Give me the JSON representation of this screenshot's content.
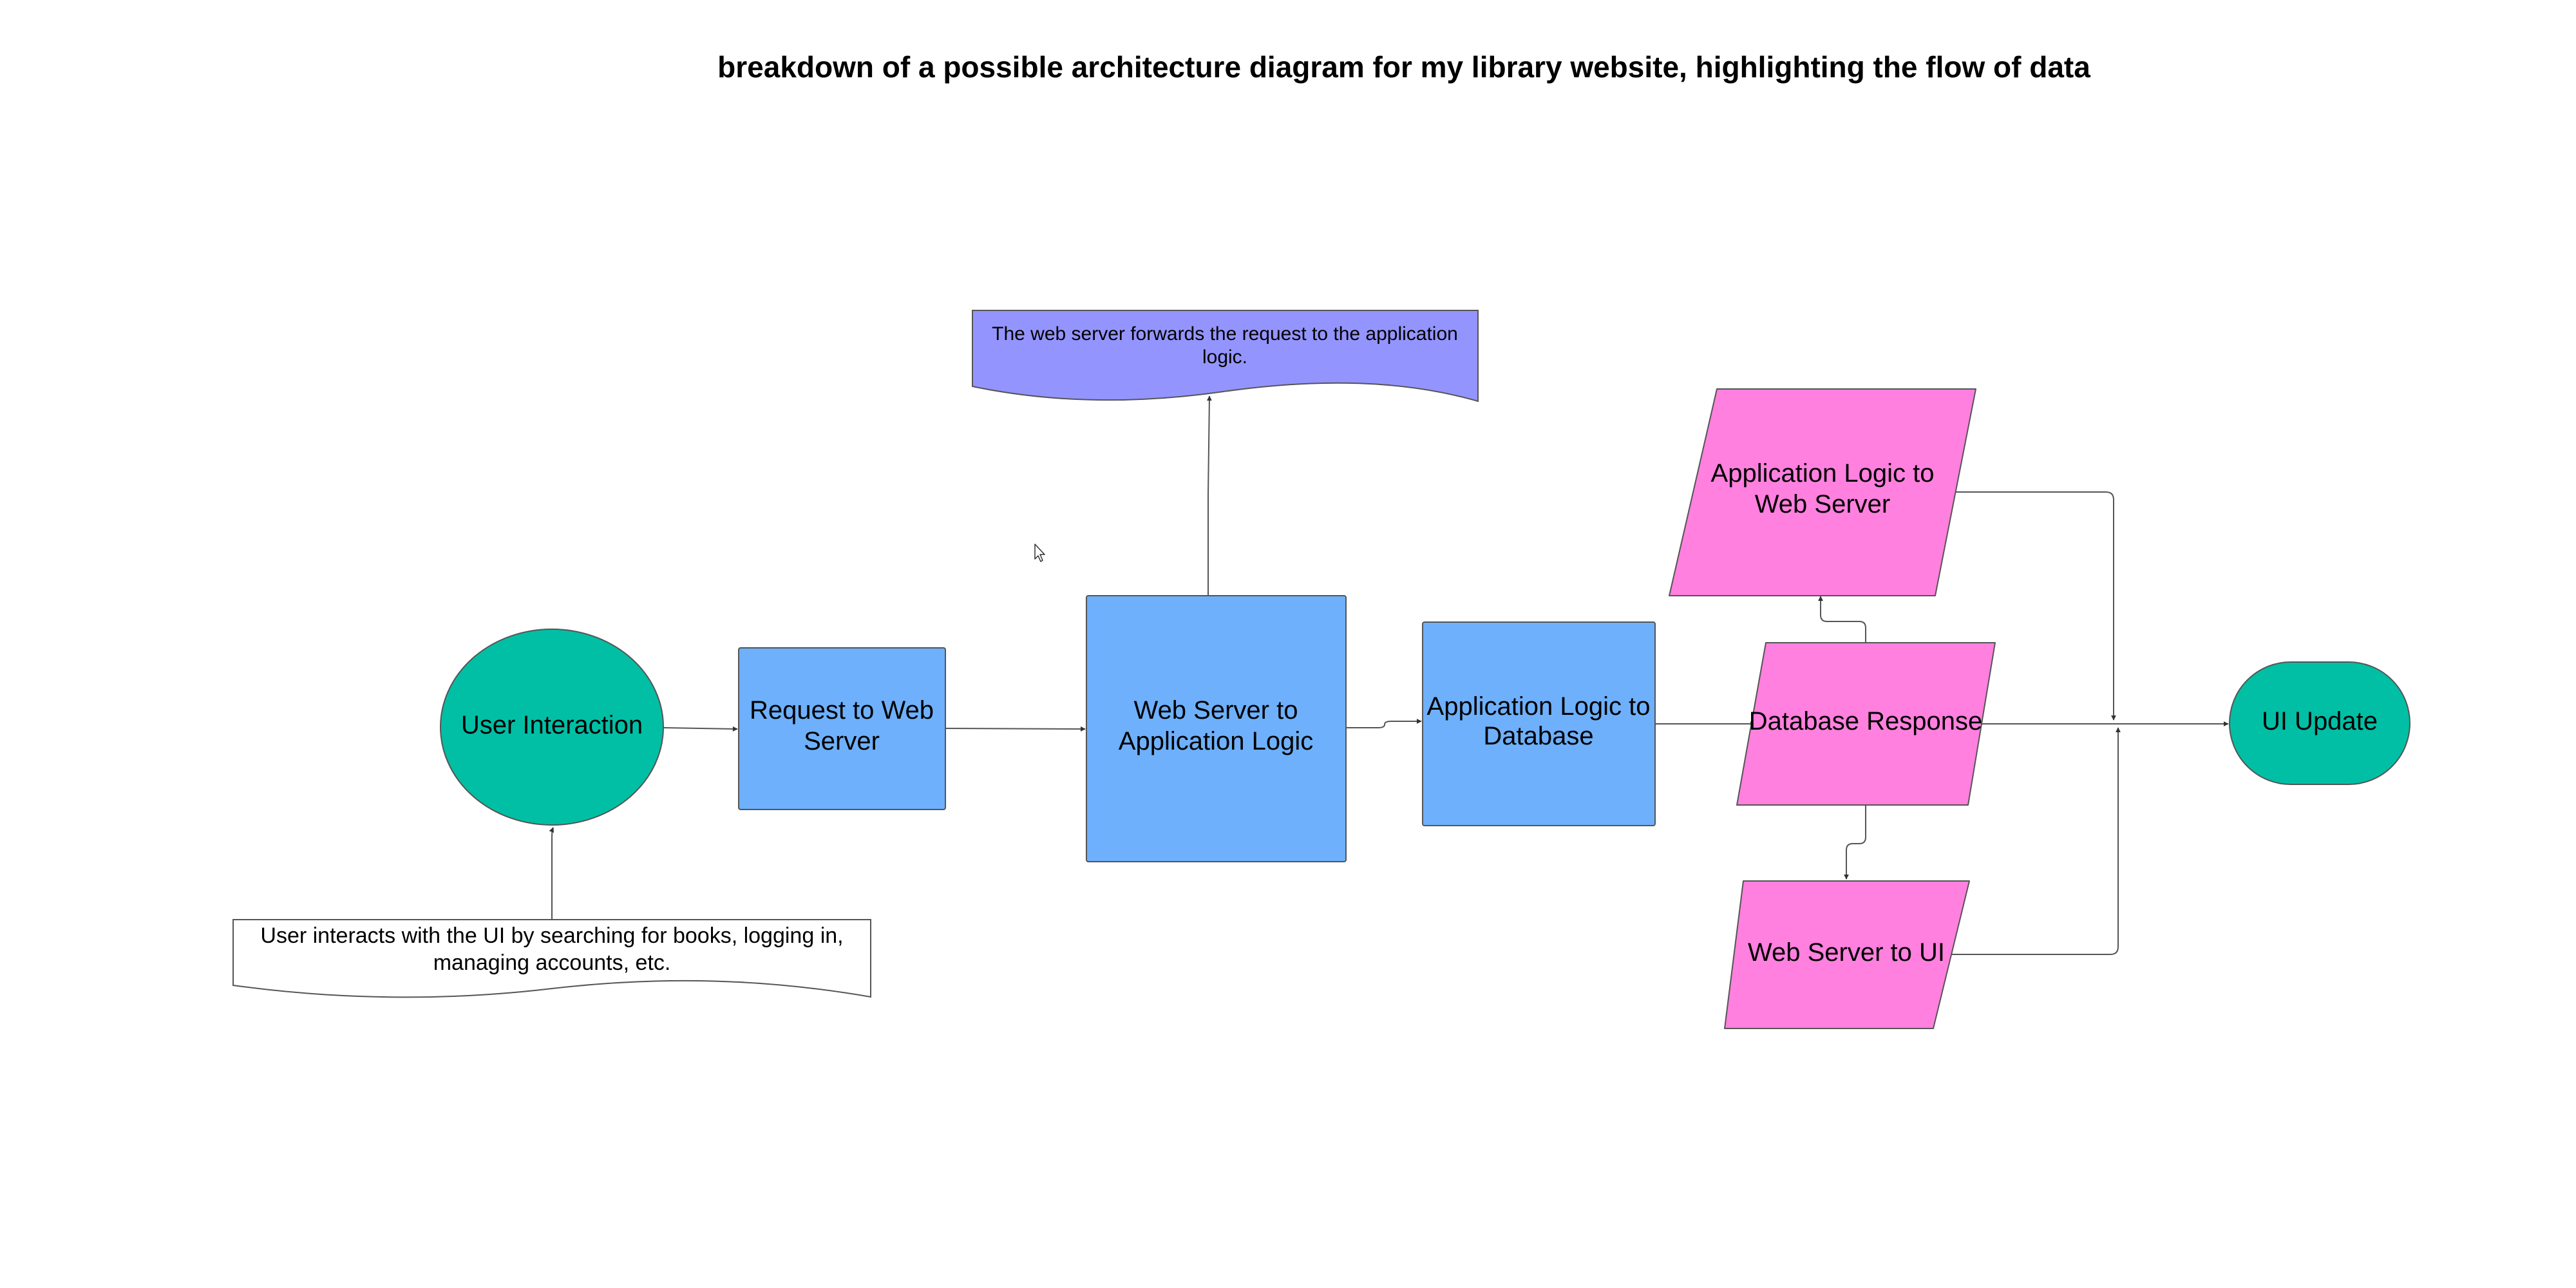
{
  "title": "breakdown of a possible architecture diagram for my library website, highlighting the flow of data",
  "nodes": {
    "user_interaction": {
      "label": "User Interaction"
    },
    "request_to_web_server": {
      "line1": "Request to Web",
      "line2": "Server"
    },
    "web_server_to_app_logic": {
      "line1": "Web Server to",
      "line2": "Application Logic"
    },
    "app_logic_to_database": {
      "line1": "Application Logic to",
      "line2": "Database"
    },
    "database_response": {
      "label": "Database Response"
    },
    "app_logic_to_web_server": {
      "line1": "Application Logic to",
      "line2": "Web Server"
    },
    "web_server_to_ui": {
      "label": "Web Server to UI"
    },
    "ui_update": {
      "label": "UI Update"
    }
  },
  "notes": {
    "user_note": {
      "line1": "User interacts with the UI by searching for books, logging in,",
      "line2": "managing accounts, etc."
    },
    "server_note": {
      "line1": "The web server forwards the request to the application",
      "line2": "logic."
    }
  },
  "colors": {
    "teal": "#00BFA5",
    "blue": "#6EB0FB",
    "pink": "#FF80DF",
    "purple": "#9494FF",
    "stroke": "#333333",
    "connector": "#555555"
  }
}
